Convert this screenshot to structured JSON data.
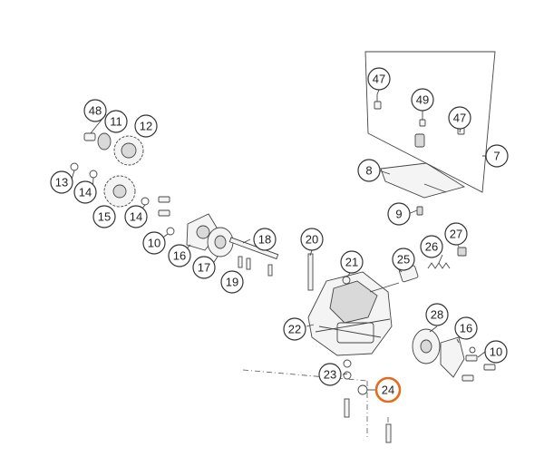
{
  "diagram": {
    "highlight_color": "#e36c1d",
    "line_color": "#333333",
    "callouts": [
      {
        "label": "47",
        "highlight": false
      },
      {
        "label": "49",
        "highlight": false
      },
      {
        "label": "47",
        "highlight": false
      },
      {
        "label": "7",
        "highlight": false
      },
      {
        "label": "8",
        "highlight": false
      },
      {
        "label": "9",
        "highlight": false
      },
      {
        "label": "48",
        "highlight": false
      },
      {
        "label": "11",
        "highlight": false
      },
      {
        "label": "12",
        "highlight": false
      },
      {
        "label": "13",
        "highlight": false
      },
      {
        "label": "14",
        "highlight": false
      },
      {
        "label": "15",
        "highlight": false
      },
      {
        "label": "14",
        "highlight": false
      },
      {
        "label": "10",
        "highlight": false
      },
      {
        "label": "16",
        "highlight": false
      },
      {
        "label": "17",
        "highlight": false
      },
      {
        "label": "18",
        "highlight": false
      },
      {
        "label": "19",
        "highlight": false
      },
      {
        "label": "20",
        "highlight": false
      },
      {
        "label": "21",
        "highlight": false
      },
      {
        "label": "25",
        "highlight": false
      },
      {
        "label": "26",
        "highlight": false
      },
      {
        "label": "27",
        "highlight": false
      },
      {
        "label": "22",
        "highlight": false
      },
      {
        "label": "28",
        "highlight": false
      },
      {
        "label": "16",
        "highlight": false
      },
      {
        "label": "10",
        "highlight": false
      },
      {
        "label": "23",
        "highlight": false
      },
      {
        "label": "24",
        "highlight": true
      }
    ]
  }
}
